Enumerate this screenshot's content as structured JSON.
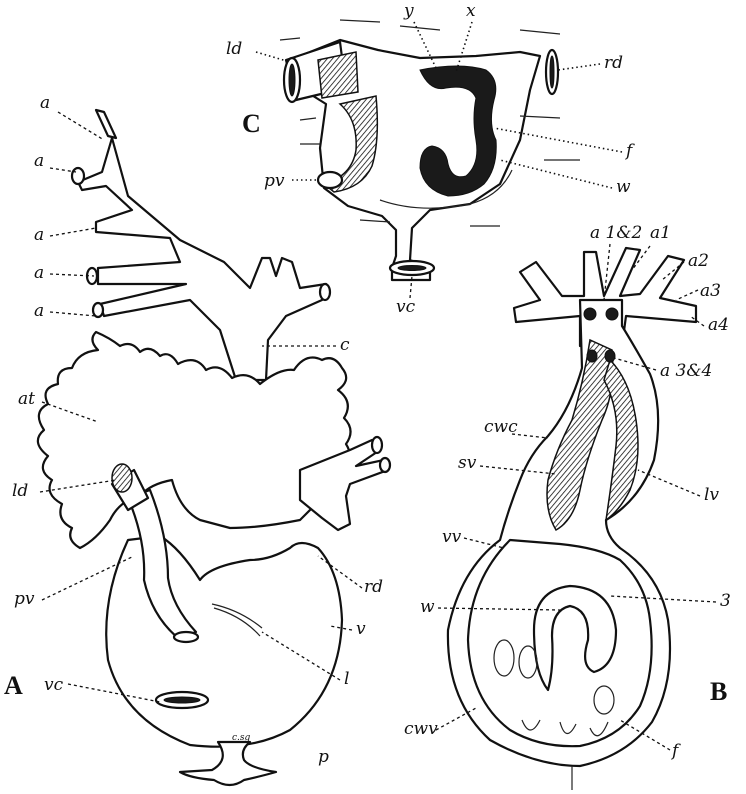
{
  "figure": {
    "panels": {
      "A": "A",
      "B": "B",
      "C": "C"
    },
    "labels_A": {
      "a1": "a",
      "a2": "a",
      "a3": "a",
      "a4": "a",
      "a5": "a",
      "at": "at",
      "ld": "ld",
      "pv": "pv",
      "vc": "vc",
      "c": "c",
      "rd": "rd",
      "v": "v",
      "l": "l",
      "p": "p",
      "csg": "c.sg"
    },
    "labels_B": {
      "a12": "a 1&2",
      "a1": "a1",
      "a2": "a2",
      "a3": "a3",
      "a4": "a4",
      "a34": "a 3&4",
      "cwc": "cwc",
      "sv": "sv",
      "lv": "lv",
      "vv": "vv",
      "w": "w",
      "s": "3",
      "cwv": "cwv",
      "f": "f"
    },
    "labels_C": {
      "ld": "ld",
      "y": "y",
      "x": "x",
      "rd": "rd",
      "pv": "pv",
      "f": "f",
      "w": "w",
      "vc": "vc"
    }
  }
}
